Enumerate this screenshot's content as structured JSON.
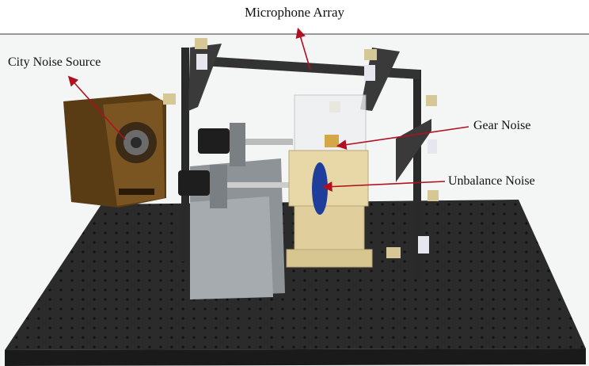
{
  "title": "Microphone Array",
  "labels": {
    "city_noise": "City Noise Source",
    "gear_noise": "Gear Noise",
    "unbalance_noise": "Unbalance Noise"
  },
  "colors": {
    "arrow": "#b01020",
    "table": "#2a2a2a",
    "speaker": "#6b4a1c",
    "housing": "#e6d6a6",
    "disc": "#1f3d9a"
  }
}
